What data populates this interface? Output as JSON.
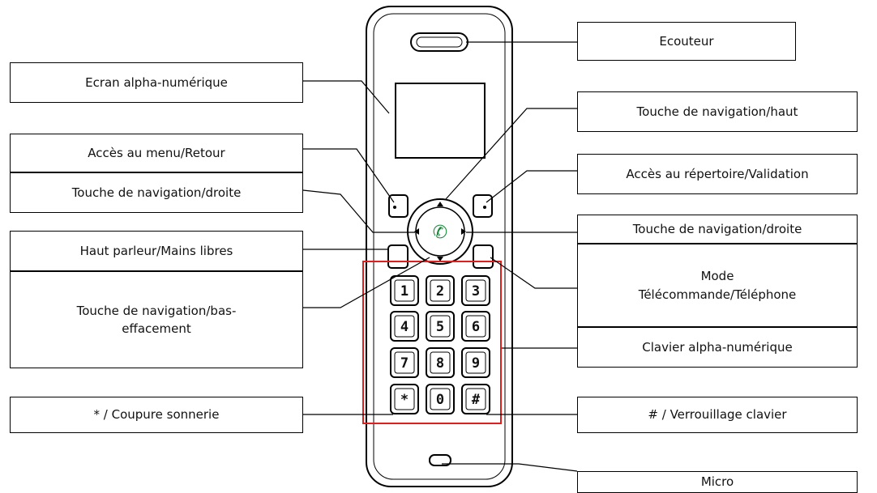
{
  "labels": {
    "ecouteur": "Ecouteur",
    "ecran": "Ecran alpha-numérique",
    "nav_haut": "Touche de navigation/haut",
    "menu": "Accès au menu/Retour",
    "repertoire": "Accès au répertoire/Validation",
    "nav_droite_left": "Touche de navigation/droite",
    "nav_droite_right": "Touche de navigation/droite",
    "haut_parleur": "Haut parleur/Mains libres",
    "mode_line1": "Mode",
    "mode_line2": "Télécommande/Téléphone",
    "nav_bas_line1": "Touche de navigation/bas-",
    "nav_bas_line2": "effacement",
    "clavier": "Clavier alpha-numérique",
    "coupure": "* / Coupure sonnerie",
    "verrouillage": "# / Verrouillage clavier",
    "micro": "Micro"
  },
  "keypad": {
    "keys": [
      "1",
      "2",
      "3",
      "4",
      "5",
      "6",
      "7",
      "8",
      "9",
      "*",
      "0",
      "#"
    ]
  },
  "colors": {
    "call_button": "#1a8a3a",
    "keypad_highlight": "#e01e1e"
  }
}
